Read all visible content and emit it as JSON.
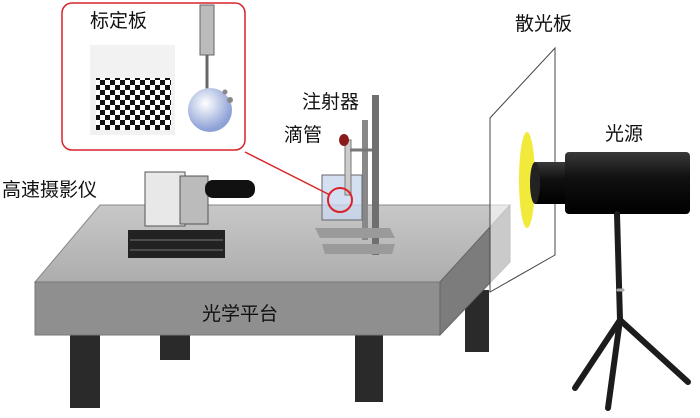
{
  "labels": {
    "calibration_plate": "标定板",
    "syringe": "注射器",
    "dropper": "滴管",
    "high_speed_camera": "高速摄影仪",
    "diffuser_plate": "散光板",
    "light_source": "光源",
    "optical_table": "光学平台"
  },
  "colors": {
    "inset_border": "#d9232a",
    "table_top": "#b9b9b9",
    "table_front": "#8f8f8f",
    "legs": "#2a2a2a",
    "light_glow": "#f2ea3a"
  }
}
